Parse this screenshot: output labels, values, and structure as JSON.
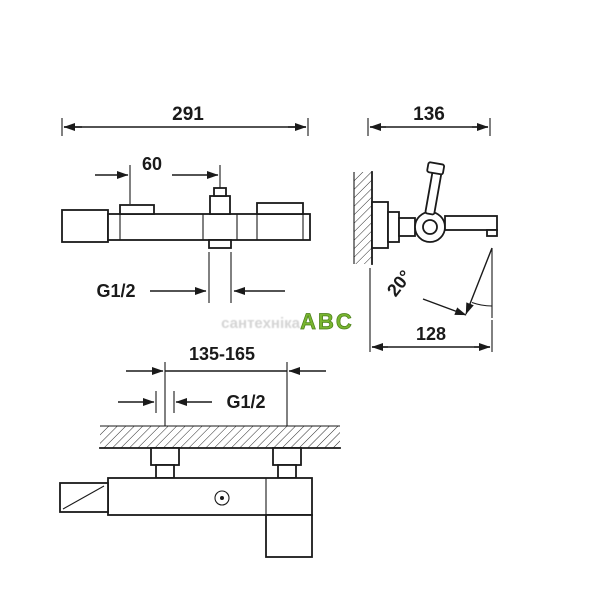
{
  "drawing": {
    "type": "bath-mixer-installation-dimensions",
    "labels": {
      "overall_width": "291",
      "overall_depth": "136",
      "spout_offset": "60",
      "top_thread": "G1/2",
      "inlet_spacing": "135-165",
      "bottom_thread": "G1/2",
      "projection": "128",
      "spout_angle": "20°"
    }
  },
  "watermark": {
    "shop_name": "ABC",
    "faint_text": "сантехніка"
  },
  "colors": {
    "line": "#1a1a1a",
    "background": "#ffffff",
    "watermark_green": "#79b530",
    "watermark_faint": "#c9c9c9"
  }
}
